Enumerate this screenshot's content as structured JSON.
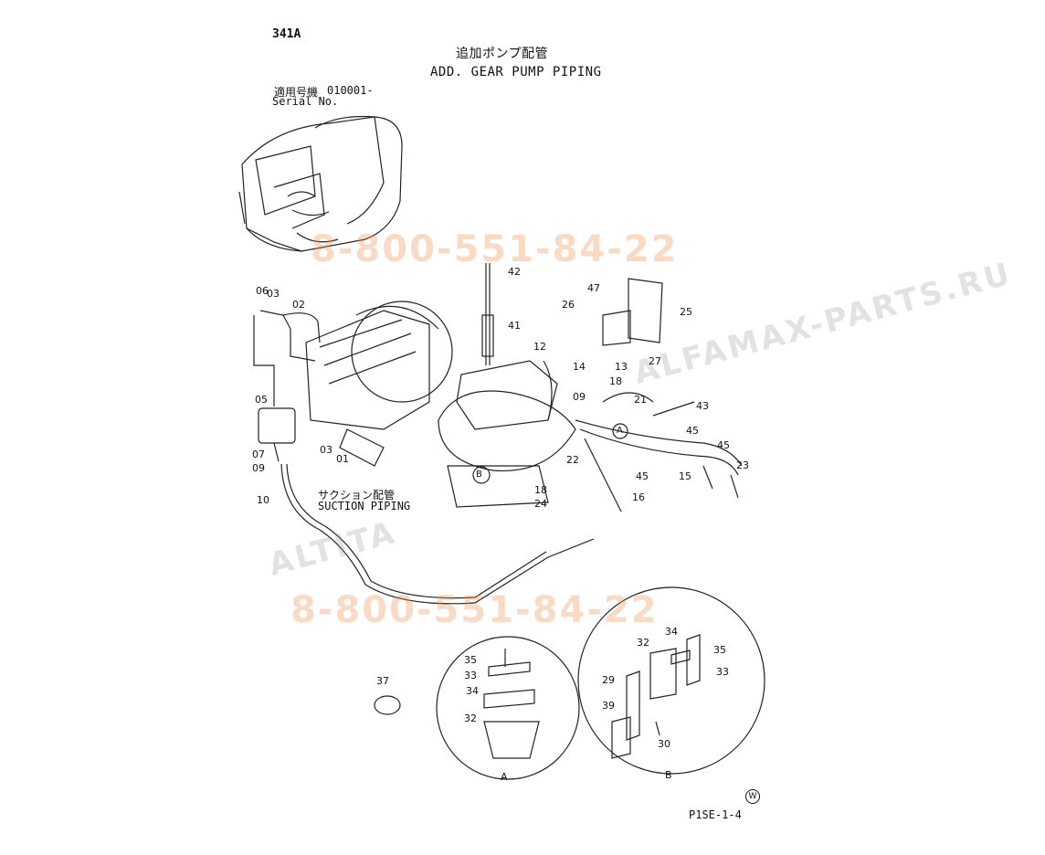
{
  "sheet": {
    "code": "341A",
    "page_code": "P1SE-1-4",
    "mark": "W"
  },
  "title": {
    "ja": "追加ポンプ配管",
    "en": "ADD. GEAR PUMP PIPING"
  },
  "serial": {
    "ja": "適用号機",
    "number": "010001-",
    "en": "Serial No."
  },
  "suction": {
    "ja": "サクション配管",
    "en": "SUCTION PIPING"
  },
  "details": {
    "a": "A",
    "b": "B"
  },
  "callouts": [
    "06",
    "03",
    "02",
    "05",
    "07",
    "09",
    "10",
    "03",
    "01",
    "42",
    "41",
    "26",
    "47",
    "25",
    "12",
    "14",
    "09",
    "13",
    "18",
    "27",
    "21",
    "43",
    "45",
    "45",
    "23",
    "15",
    "22",
    "18",
    "24",
    "16",
    "45",
    "35",
    "33",
    "34",
    "32",
    "37",
    "32",
    "34",
    "35",
    "29",
    "33",
    "39",
    "30"
  ],
  "watermarks": {
    "phone_top": "8-800-551-84-22",
    "phone_bottom": "8-800-551-84-22",
    "site": "ALFAMAX-PARTS.RU",
    "site2": "ALTITA"
  }
}
